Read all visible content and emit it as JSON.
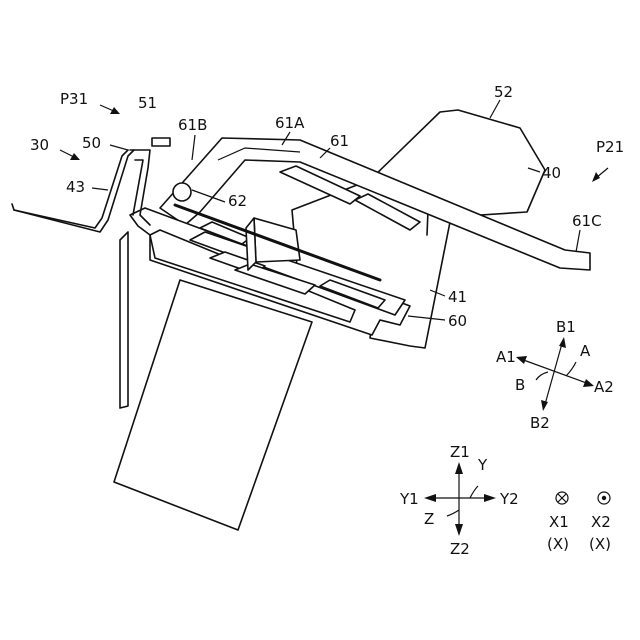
{
  "labels": {
    "P31": "P31",
    "n51": "51",
    "n61B": "61B",
    "n61A": "61A",
    "n52": "52",
    "n30": "30",
    "n50": "50",
    "n61": "61",
    "P21": "P21",
    "n43": "43",
    "n62": "62",
    "n40": "40",
    "n61C": "61C",
    "n41": "41",
    "n60": "60"
  },
  "axes_ab": {
    "B1": "B1",
    "A": "A",
    "A1": "A1",
    "B": "B",
    "A2": "A2",
    "B2": "B2"
  },
  "axes_xyz": {
    "Z1": "Z1",
    "Y": "Y",
    "Y1": "Y1",
    "Y2": "Y2",
    "Z": "Z",
    "Z2": "Z2",
    "X1": "X1",
    "X1_sub": "(X)",
    "X2": "X2",
    "X2_sub": "(X)"
  }
}
